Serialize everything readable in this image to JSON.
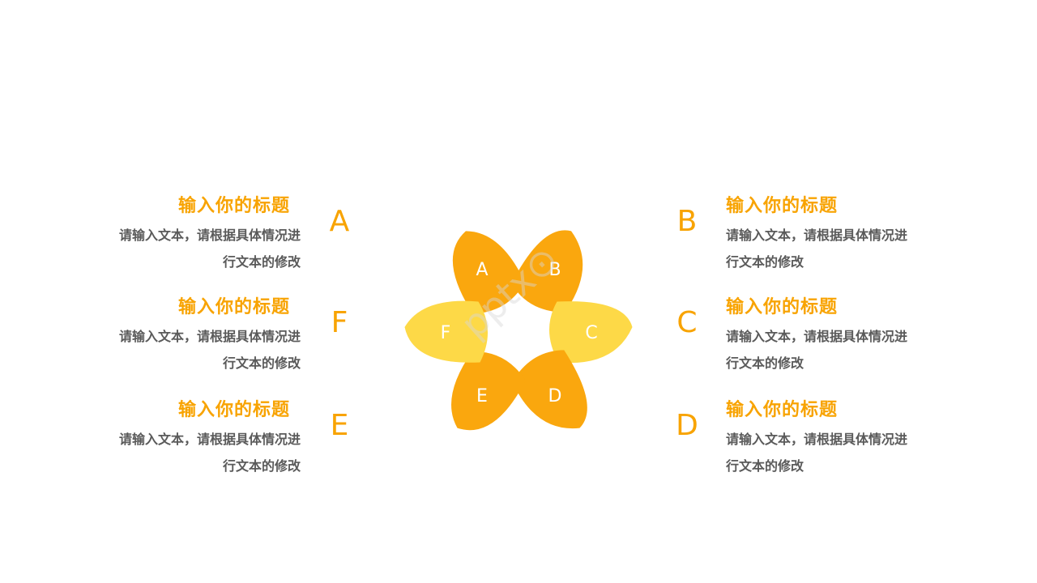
{
  "colors": {
    "accent": "#F8A300",
    "petal_orange": "#FAA70E",
    "petal_yellow": "#FDD947",
    "body_text": "#5a5a5a",
    "petal_text": "#ffffff"
  },
  "watermark": "pptx⊙",
  "items": [
    {
      "key": "A",
      "title": "输入你的标题",
      "line1": "请输入文本，请根据具体情况进",
      "line2": "行文本的修改"
    },
    {
      "key": "B",
      "title": "输入你的标题",
      "line1": "请输入文本，请根据具体情况进",
      "line2": "行文本的修改"
    },
    {
      "key": "C",
      "title": "输入你的标题",
      "line1": "请输入文本，请根据具体情况进",
      "line2": "行文本的修改"
    },
    {
      "key": "D",
      "title": "输入你的标题",
      "line1": "请输入文本，请根据具体情况进",
      "line2": "行文本的修改"
    },
    {
      "key": "E",
      "title": "输入你的标题",
      "line1": "请输入文本，请根据具体情况进",
      "line2": "行文本的修改"
    },
    {
      "key": "F",
      "title": "输入你的标题",
      "line1": "请输入文本，请根据具体情况进",
      "line2": "行文本的修改"
    }
  ]
}
